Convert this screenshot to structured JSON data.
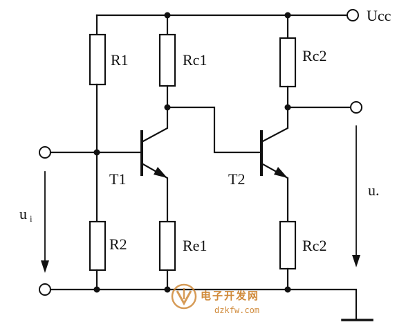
{
  "labels": {
    "vcc": "Ucc",
    "r1": "R1",
    "rc1": "Rc1",
    "rc2": "Rc2",
    "t1": "T1",
    "t2": "T2",
    "r2": "R2",
    "re1": "Re1",
    "re2": "Rc2",
    "ui": "u",
    "ui_sub": "i",
    "uo": "u."
  },
  "watermark": {
    "text": "电子开发网",
    "url": "dzkfw.com"
  },
  "colors": {
    "line": "#111111",
    "watermark": "#d08a3a"
  }
}
